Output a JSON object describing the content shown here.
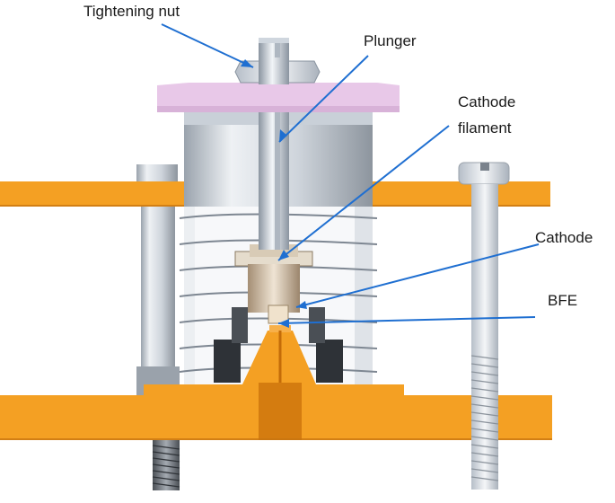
{
  "labels": {
    "tightening_nut": "Tightening nut",
    "plunger": "Plunger",
    "cathode_filament_line1": "Cathode",
    "cathode_filament_line2": "filament",
    "cathode": "Cathode",
    "bfe": "BFE"
  },
  "colors": {
    "plate": "#f4a023",
    "plate_dark": "#d47c10",
    "clamp_plate": "#e8c8e8",
    "metal_light": "#e8edf2",
    "metal_mid": "#c4ccd6",
    "metal_dark": "#6f7780",
    "leader_line": "#1f6fd1"
  }
}
